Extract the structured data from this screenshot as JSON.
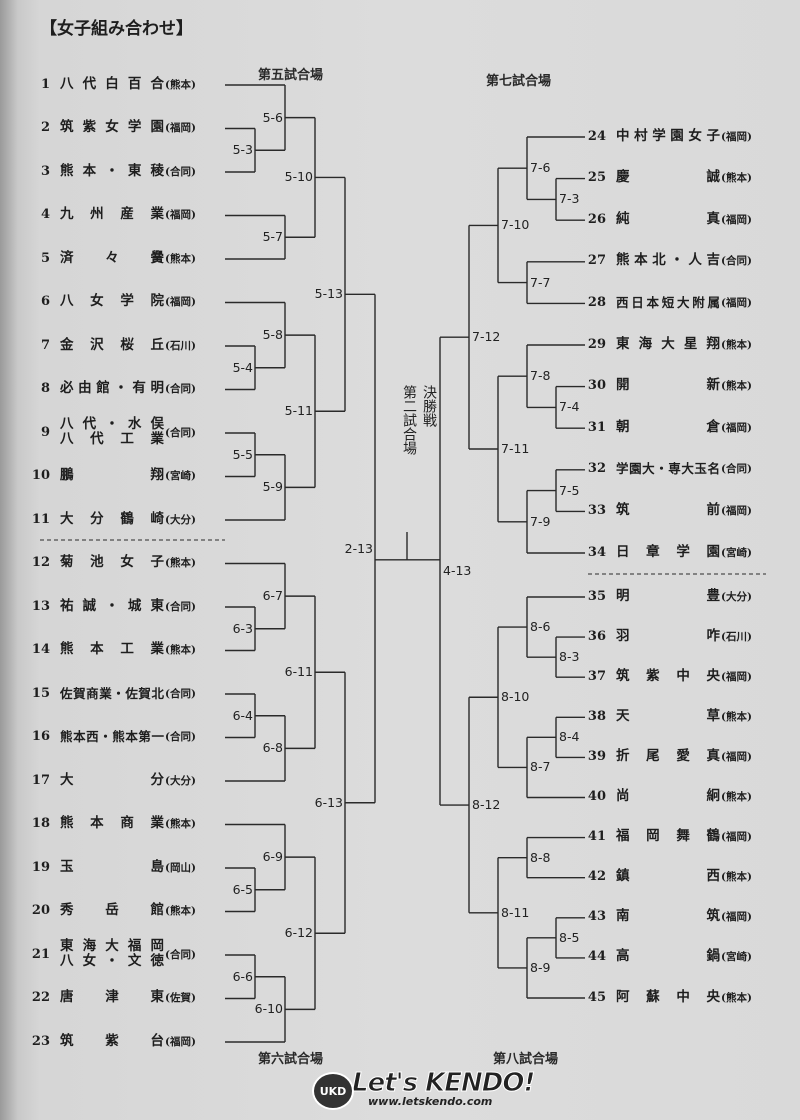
{
  "title": "【女子組み合わせ】",
  "venues": {
    "fifth": "第五試合場",
    "sixth": "第六試合場",
    "seventh": "第七試合場",
    "eighth": "第八試合場"
  },
  "final": {
    "line1": "決勝戦",
    "line2": "第二試合場"
  },
  "logo": {
    "badge": "UKD",
    "name": "Let's KENDO!",
    "url": "www.letskendo.com"
  },
  "teams": [
    {
      "no": "1",
      "name": "八代白百合",
      "pref": "(熊本)"
    },
    {
      "no": "2",
      "name": "筑紫女学園",
      "pref": "(福岡)"
    },
    {
      "no": "3",
      "name": "熊本・東稜",
      "pref": "(合同)"
    },
    {
      "no": "4",
      "name": "九州産業",
      "pref": "(福岡)"
    },
    {
      "no": "5",
      "name": "済々黌",
      "pref": "(熊本)"
    },
    {
      "no": "6",
      "name": "八女学院",
      "pref": "(福岡)"
    },
    {
      "no": "7",
      "name": "金沢桜丘",
      "pref": "(石川)"
    },
    {
      "no": "8",
      "name": "必由館・有明",
      "pref": "(合同)"
    },
    {
      "no": "9",
      "name": "八代・水俣",
      "name2": "八代工業",
      "pref": "(合同)"
    },
    {
      "no": "10",
      "name": "鵬翔",
      "pref": "(宮崎)"
    },
    {
      "no": "11",
      "name": "大分鶴崎",
      "pref": "(大分)"
    },
    {
      "no": "12",
      "name": "菊池女子",
      "pref": "(熊本)"
    },
    {
      "no": "13",
      "name": "祐誠・城東",
      "pref": "(合同)"
    },
    {
      "no": "14",
      "name": "熊本工業",
      "pref": "(熊本)"
    },
    {
      "no": "15",
      "name": "佐賀商業・佐賀北",
      "pref": "(合同)"
    },
    {
      "no": "16",
      "name": "熊本西・熊本第一",
      "pref": "(合同)"
    },
    {
      "no": "17",
      "name": "大分",
      "pref": "(大分)"
    },
    {
      "no": "18",
      "name": "熊本商業",
      "pref": "(熊本)"
    },
    {
      "no": "19",
      "name": "玉島",
      "pref": "(岡山)"
    },
    {
      "no": "20",
      "name": "秀岳館",
      "pref": "(熊本)"
    },
    {
      "no": "21",
      "name": "東海大福岡",
      "name2": "八女・文徳",
      "pref": "(合同)"
    },
    {
      "no": "22",
      "name": "唐津東",
      "pref": "(佐賀)"
    },
    {
      "no": "23",
      "name": "筑紫台",
      "pref": "(福岡)"
    },
    {
      "no": "24",
      "name": "中村学園女子",
      "pref": "(福岡)"
    },
    {
      "no": "25",
      "name": "慶誠",
      "pref": "(熊本)"
    },
    {
      "no": "26",
      "name": "純真",
      "pref": "(福岡)"
    },
    {
      "no": "27",
      "name": "熊本北・人吉",
      "pref": "(合同)"
    },
    {
      "no": "28",
      "name": "西日本短大附属",
      "pref": "(福岡)"
    },
    {
      "no": "29",
      "name": "東海大星翔",
      "pref": "(熊本)"
    },
    {
      "no": "30",
      "name": "開新",
      "pref": "(熊本)"
    },
    {
      "no": "31",
      "name": "朝倉",
      "pref": "(福岡)"
    },
    {
      "no": "32",
      "name": "学園大・専大玉名",
      "pref": "(合同)"
    },
    {
      "no": "33",
      "name": "筑前",
      "pref": "(福岡)"
    },
    {
      "no": "34",
      "name": "日章学園",
      "pref": "(宮崎)"
    },
    {
      "no": "35",
      "name": "明豊",
      "pref": "(大分)"
    },
    {
      "no": "36",
      "name": "羽咋",
      "pref": "(石川)"
    },
    {
      "no": "37",
      "name": "筑紫中央",
      "pref": "(福岡)"
    },
    {
      "no": "38",
      "name": "天草",
      "pref": "(熊本)"
    },
    {
      "no": "39",
      "name": "折尾愛真",
      "pref": "(福岡)"
    },
    {
      "no": "40",
      "name": "尚絅",
      "pref": "(熊本)"
    },
    {
      "no": "41",
      "name": "福岡舞鶴",
      "pref": "(福岡)"
    },
    {
      "no": "42",
      "name": "鎮西",
      "pref": "(熊本)"
    },
    {
      "no": "43",
      "name": "南筑",
      "pref": "(福岡)"
    },
    {
      "no": "44",
      "name": "高鍋",
      "pref": "(宮崎)"
    },
    {
      "no": "45",
      "name": "阿蘇中央",
      "pref": "(熊本)"
    }
  ],
  "matches": [
    {
      "id": "5-3",
      "a": 2,
      "b": 3,
      "round": 1
    },
    {
      "id": "5-6",
      "a": 1,
      "b": "5-3",
      "round": 2
    },
    {
      "id": "5-7",
      "a": 4,
      "b": 5,
      "round": 2
    },
    {
      "id": "5-10",
      "a": "5-6",
      "b": "5-7",
      "round": 3
    },
    {
      "id": "5-4",
      "a": 7,
      "b": 8,
      "round": 1
    },
    {
      "id": "5-8",
      "a": 6,
      "b": "5-4",
      "round": 2
    },
    {
      "id": "5-5",
      "a": 9,
      "b": 10,
      "round": 1
    },
    {
      "id": "5-9",
      "a": "5-5",
      "b": 11,
      "round": 2
    },
    {
      "id": "5-11",
      "a": "5-8",
      "b": "5-9",
      "round": 3
    },
    {
      "id": "5-13",
      "a": "5-10",
      "b": "5-11",
      "round": 4
    },
    {
      "id": "6-3",
      "a": 13,
      "b": 14,
      "round": 1
    },
    {
      "id": "6-7",
      "a": 12,
      "b": "6-3",
      "round": 2
    },
    {
      "id": "6-4",
      "a": 15,
      "b": 16,
      "round": 1
    },
    {
      "id": "6-8",
      "a": "6-4",
      "b": 17,
      "round": 2
    },
    {
      "id": "6-11",
      "a": "6-7",
      "b": "6-8",
      "round": 3
    },
    {
      "id": "6-5",
      "a": 19,
      "b": 20,
      "round": 1
    },
    {
      "id": "6-9",
      "a": 18,
      "b": "6-5",
      "round": 2
    },
    {
      "id": "6-6",
      "a": 21,
      "b": 22,
      "round": 1
    },
    {
      "id": "6-10",
      "a": "6-6",
      "b": 23,
      "round": 2
    },
    {
      "id": "6-12",
      "a": "6-9",
      "b": "6-10",
      "round": 3
    },
    {
      "id": "6-13",
      "a": "6-11",
      "b": "6-12",
      "round": 4
    },
    {
      "id": "2-13",
      "a": "5-13",
      "b": "6-13",
      "round": 5
    },
    {
      "id": "7-3",
      "a": 25,
      "b": 26,
      "round": 1
    },
    {
      "id": "7-6",
      "a": 24,
      "b": "7-3",
      "round": 2
    },
    {
      "id": "7-7",
      "a": 27,
      "b": 28,
      "round": 2
    },
    {
      "id": "7-10",
      "a": "7-6",
      "b": "7-7",
      "round": 3
    },
    {
      "id": "7-4",
      "a": 30,
      "b": 31,
      "round": 1
    },
    {
      "id": "7-8",
      "a": 29,
      "b": "7-4",
      "round": 2
    },
    {
      "id": "7-5",
      "a": 32,
      "b": 33,
      "round": 1
    },
    {
      "id": "7-9",
      "a": "7-5",
      "b": 34,
      "round": 2
    },
    {
      "id": "7-11",
      "a": "7-8",
      "b": "7-9",
      "round": 3
    },
    {
      "id": "7-12",
      "a": "7-10",
      "b": "7-11",
      "round": 4
    },
    {
      "id": "8-3",
      "a": 36,
      "b": 37,
      "round": 1
    },
    {
      "id": "8-6",
      "a": 35,
      "b": "8-3",
      "round": 2
    },
    {
      "id": "8-4",
      "a": 38,
      "b": 39,
      "round": 1
    },
    {
      "id": "8-7",
      "a": "8-4",
      "b": 40,
      "round": 2
    },
    {
      "id": "8-10",
      "a": "8-6",
      "b": "8-7",
      "round": 3
    },
    {
      "id": "8-8",
      "a": 41,
      "b": 42,
      "round": 2
    },
    {
      "id": "8-5",
      "a": 43,
      "b": 44,
      "round": 1
    },
    {
      "id": "8-9",
      "a": "8-5",
      "b": 45,
      "round": 2
    },
    {
      "id": "8-11",
      "a": "8-8",
      "b": "8-9",
      "round": 3
    },
    {
      "id": "8-12",
      "a": "8-10",
      "b": "8-11",
      "round": 4
    },
    {
      "id": "4-13",
      "a": "7-12",
      "b": "8-12",
      "round": 5
    }
  ]
}
